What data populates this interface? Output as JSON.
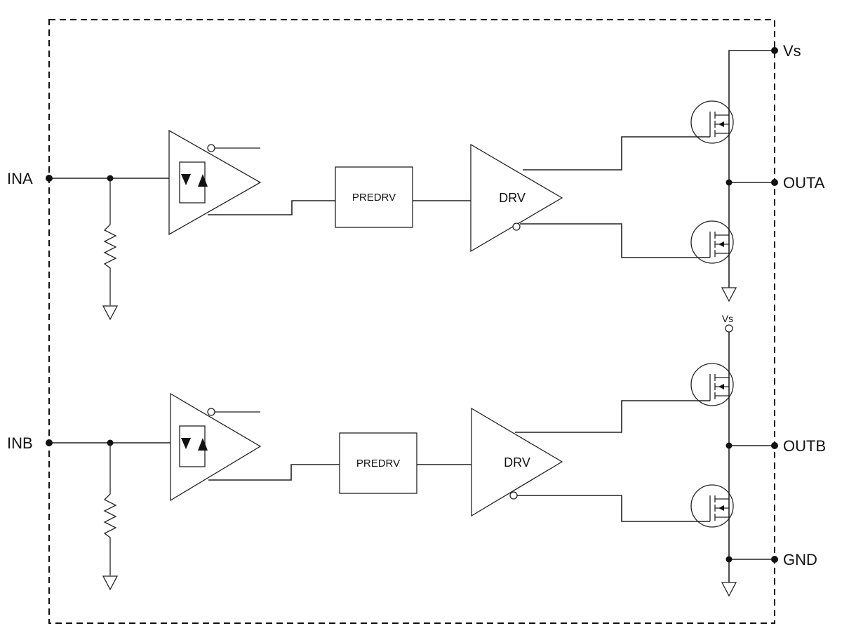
{
  "pins": {
    "ina": "INA",
    "inb": "INB",
    "vs": "Vs",
    "outa": "OUTA",
    "outb": "OUTB",
    "gnd": "GND"
  },
  "blocks": {
    "predrv_a": "PREDRV",
    "predrv_b": "PREDRV",
    "drv_a": "DRV",
    "drv_b": "DRV"
  },
  "internal": {
    "vs_b": "Vs"
  }
}
